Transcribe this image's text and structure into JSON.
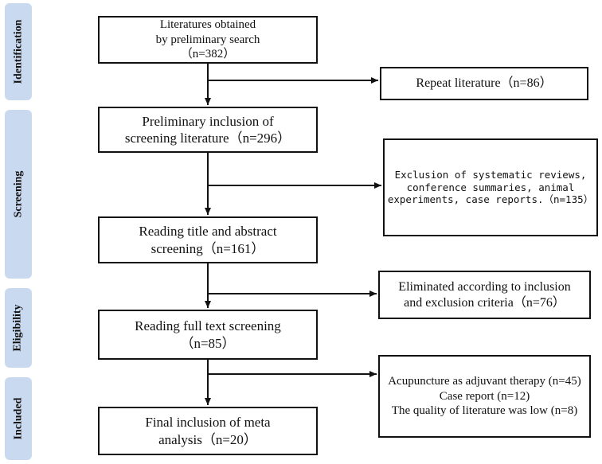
{
  "phases": {
    "identification": "Identification",
    "screening": "Screening",
    "eligibility": "Eligibility",
    "included": "Included"
  },
  "main_boxes": {
    "preliminary_search": [
      "Literatures obtained",
      "by preliminary search",
      "（n=382）"
    ],
    "preliminary_inclusion": [
      "Preliminary inclusion of",
      "screening literature（n=296）"
    ],
    "title_abstract": [
      "Reading title and abstract",
      "screening（n=161）"
    ],
    "full_text": [
      "Reading full text screening",
      "（n=85）"
    ],
    "final_inclusion": [
      "Final inclusion of meta",
      "analysis（n=20）"
    ]
  },
  "exclusion_boxes": {
    "repeat": [
      "Repeat literature（n=86）"
    ],
    "systematic": [
      "Exclusion of systematic reviews,",
      "conference summaries, animal",
      "experiments, case reports.（n=135）"
    ],
    "criteria": [
      "Eliminated according to inclusion",
      "and exclusion criteria（n=76）"
    ],
    "adjuvant": [
      "Acupuncture as adjuvant therapy (n=45)",
      "Case report (n=12)",
      "The quality of literature was low (n=8)"
    ]
  }
}
